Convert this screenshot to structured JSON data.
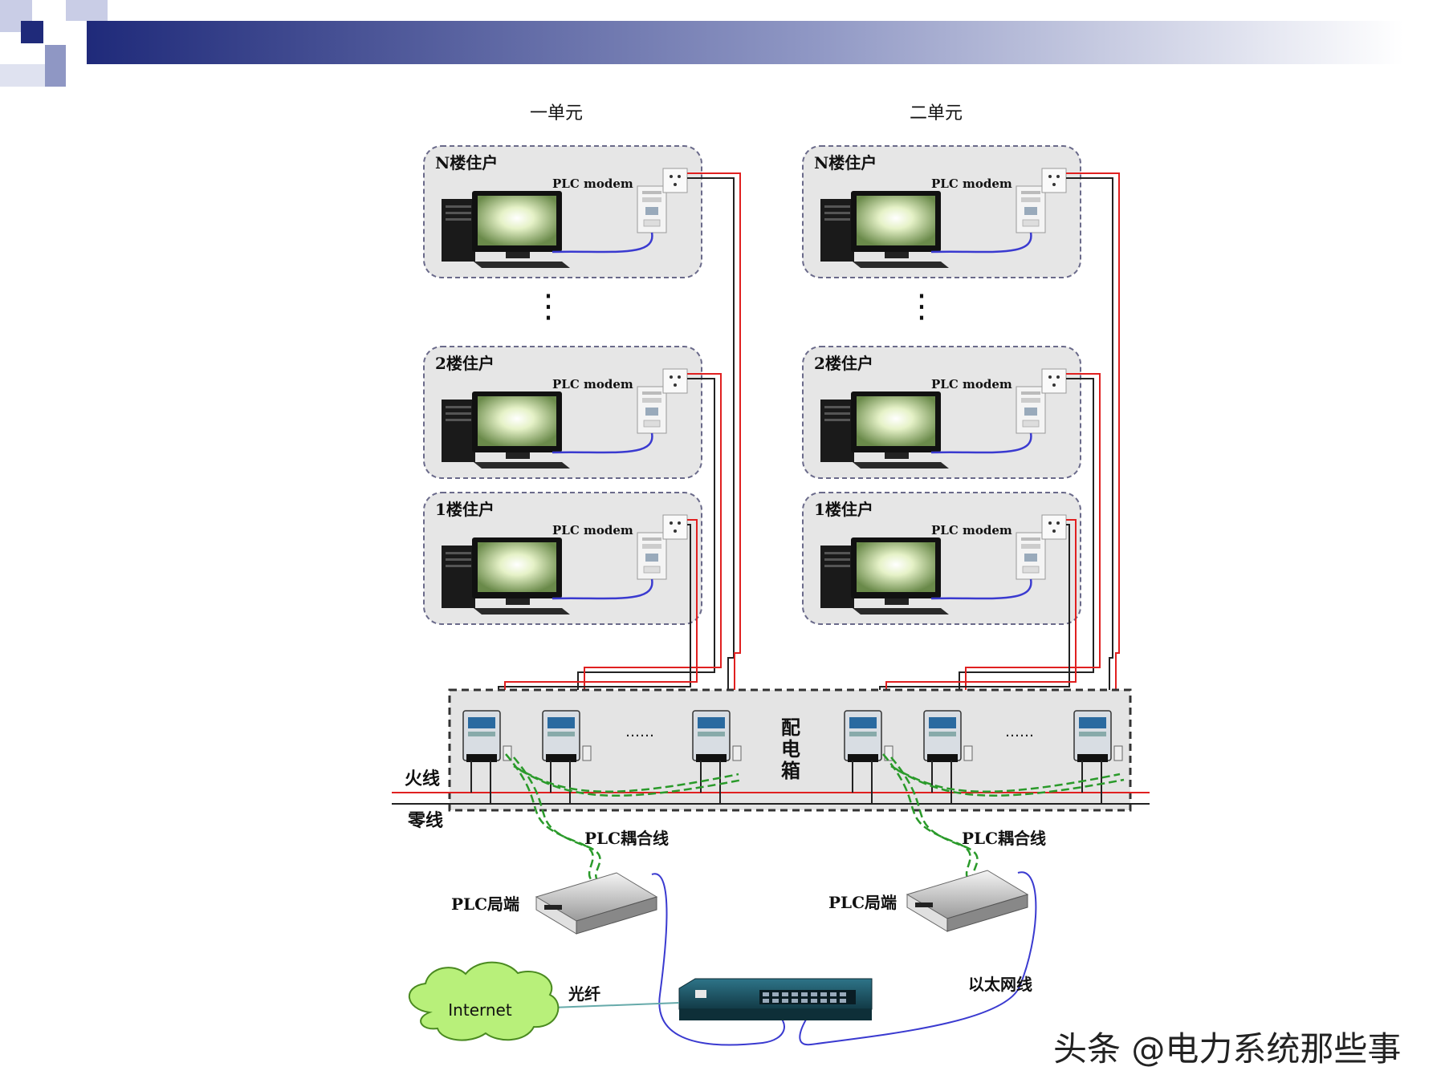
{
  "units": [
    {
      "title": "一单元",
      "floors": [
        "N楼住户",
        "2楼住户",
        "1楼住户"
      ]
    },
    {
      "title": "二单元",
      "floors": [
        "N楼住户",
        "2楼住户",
        "1楼住户"
      ]
    }
  ],
  "modem_label": "PLC modem",
  "vertical_ellipsis": "⋮",
  "dist_box_label": "配电箱",
  "meter_ellipsis": "……",
  "live_wire": "火线",
  "neutral_wire": "零线",
  "coupling_line": "PLC耦合线",
  "plc_head": "PLC局端",
  "internet": "Internet",
  "fiber": "光纤",
  "ethernet": "以太网线",
  "watermark": "头条 @电力系统那些事",
  "colors": {
    "header_dark": "#1f2a7a",
    "header_light": "#c9cde6",
    "panel_fill": "#e6e6e6",
    "panel_border": "#6a6a8a",
    "power_red": "#e02020",
    "wire_black": "#222222",
    "ethernet_blue": "#3a3ad0",
    "coupling_green": "#2a9a2a",
    "cloud_green": "#b8f07a",
    "switch_teal": "#1f5a6a"
  }
}
